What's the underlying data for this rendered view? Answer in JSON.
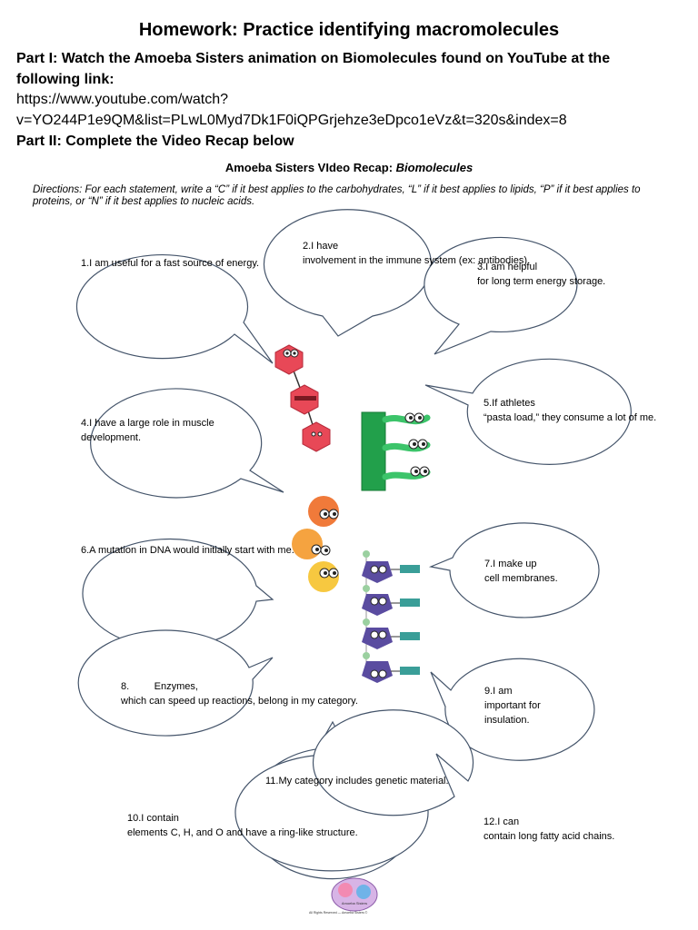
{
  "title": "Homework: Practice identifying  macromolecules",
  "part1_line1": "Part I: Watch the Amoeba Sisters animation on Biomolecules found on YouTube at the",
  "part1_line2": "following link:",
  "link_line1": "https://www.youtube.com/watch?",
  "link_line2": "v=YO244P1e9QM&list=PLwL0Myd7Dk1F0iQPGrjehze3eDpco1eVz&t=320s&index=8",
  "part2": "Part II: Complete the Video Recap below",
  "recap_title_prefix": "Amoeba Sisters VIdeo Recap: ",
  "recap_title_italic": "Biomolecules",
  "directions_label": "Directions",
  "directions_text": ": For each statement, write a “C” if it best applies to the carbohydrates, “L” if it best applies to lipids, “P” if it best applies to proteins, or “N” if it best applies to nucleic acids.",
  "statements": [
    {
      "lines": [
        "1.I am useful for a fast source of energy."
      ]
    },
    {
      "lines": [
        "2.I have",
        "involvement in the immune system (ex: antibodies)."
      ]
    },
    {
      "lines": [
        "3.I am helpful",
        "for long term energy storage."
      ]
    },
    {
      "lines": [
        "4.I have a large role in muscle",
        "development."
      ]
    },
    {
      "lines": [
        "5.If athletes",
        "“pasta load,” they consume a lot of me."
      ]
    },
    {
      "lines": [
        "6.A mutation in DNA would initially start with me."
      ]
    },
    {
      "lines": [
        "7.I make up",
        "cell membranes."
      ]
    },
    {
      "lines": [
        "8.         Enzymes,",
        "which can speed up reactions, belong in my category."
      ]
    },
    {
      "lines": [
        "9.I am",
        "important for",
        "insulation."
      ]
    },
    {
      "lines": [
        "10.I contain",
        "elements C, H, and O and have a ring-like structure."
      ]
    },
    {
      "lines": [
        "11.My category includes genetic material."
      ]
    },
    {
      "lines": [
        "12.I can",
        "contain long fatty acid chains."
      ]
    }
  ],
  "logo_text": "Amoeba Sisters",
  "footer_text": "All Rights Reserved — Amoeba Sisters ©",
  "colors": {
    "carb": "#e84857",
    "protein_green": "#22a04b",
    "nucleic_orange": "#f07a3a",
    "nucleic_yellow": "#f7c840",
    "lipid_purple": "#5a4ca0",
    "lipid_teal": "#3a9e98"
  }
}
